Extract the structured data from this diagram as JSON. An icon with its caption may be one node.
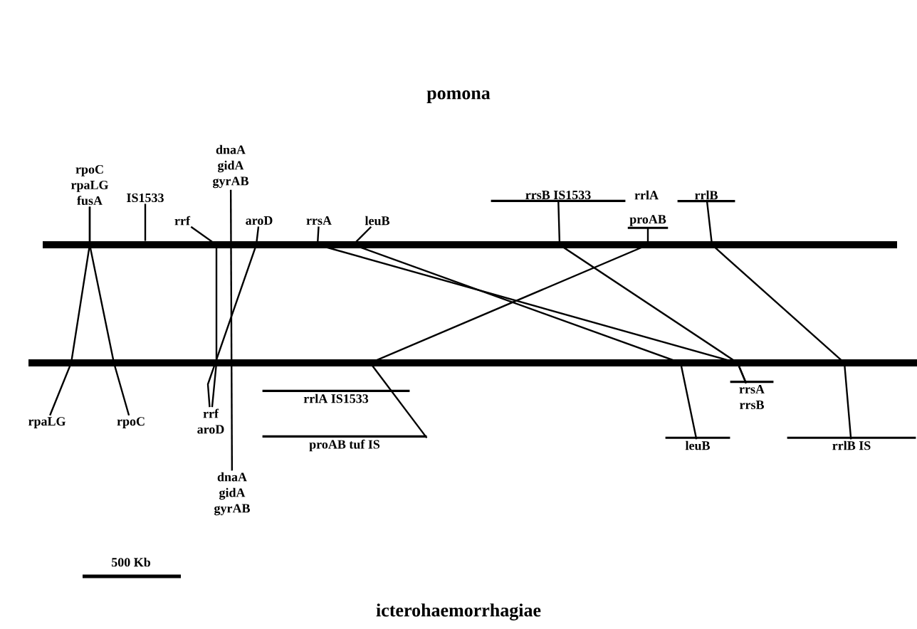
{
  "diagram": {
    "title": "pomona",
    "caption": "icterohaemorrhagiae",
    "nodes": [
      {
        "text": [],
        "shape": "bar"
      },
      {
        "text": [],
        "shape": "bar"
      },
      {
        "text": [
          "rpoC",
          "rpaLG",
          "fusA"
        ]
      },
      {
        "text": [
          "IS1533"
        ]
      },
      {
        "text": [
          "rrf"
        ]
      },
      {
        "text": [
          "dnaA",
          "gidA",
          "gyrAB"
        ]
      },
      {
        "text": [
          "aroD"
        ]
      },
      {
        "text": [
          "rrsA"
        ]
      },
      {
        "text": [
          "leuB"
        ]
      },
      {
        "text": [
          "rrsB IS1533"
        ]
      },
      {
        "text": [
          "rrlA"
        ]
      },
      {
        "text": [
          "rrlB"
        ]
      },
      {
        "text": [
          "proAB"
        ]
      },
      {
        "text": [
          "rpaLG"
        ]
      },
      {
        "text": [
          "rpoC"
        ]
      },
      {
        "text": [
          "rrf",
          "aroD"
        ]
      },
      {
        "text": [
          "dnaA",
          "gidA",
          "gyrAB"
        ]
      },
      {
        "text": [
          "rrlA IS1533"
        ]
      },
      {
        "text": [
          "proAB tuf IS"
        ]
      },
      {
        "text": [
          "rrsA",
          "rrsB"
        ]
      },
      {
        "text": [
          "leuB"
        ]
      },
      {
        "text": [
          "rrlB IS"
        ]
      }
    ],
    "edges": [
      {
        "from": 2,
        "to": 13,
        "arrow": "none"
      },
      {
        "from": 2,
        "to": 14,
        "arrow": "none"
      },
      {
        "from": 4,
        "to": 15,
        "arrow": "none"
      },
      {
        "from": 6,
        "to": 15,
        "arrow": "none"
      },
      {
        "from": 5,
        "to": 16,
        "arrow": "none"
      },
      {
        "from": 3,
        "to": 0,
        "arrow": "none"
      },
      {
        "from": 7,
        "to": 19,
        "arrow": "none"
      },
      {
        "from": 8,
        "to": 20,
        "arrow": "none"
      },
      {
        "from": 9,
        "to": 19,
        "arrow": "none"
      },
      {
        "from": 12,
        "to": 18,
        "arrow": "none"
      },
      {
        "from": 11,
        "to": 21,
        "arrow": "none"
      }
    ],
    "labels": [
      "500 Kb"
    ]
  }
}
